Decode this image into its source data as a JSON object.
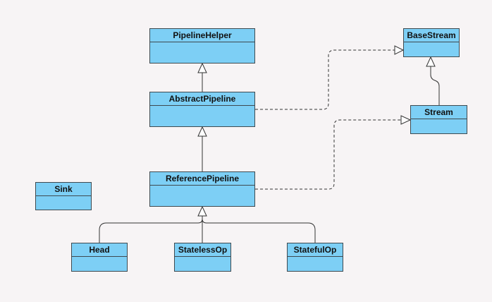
{
  "diagram": {
    "colors": {
      "background": "#f7f4f5",
      "class_fill": "#7dcff5",
      "class_border": "#3f4a50",
      "edge": "#333333"
    },
    "classes": {
      "pipeline_helper": "PipelineHelper",
      "abstract_pipeline": "AbstractPipeline",
      "reference_pipeline": "ReferencePipeline",
      "base_stream": "BaseStream",
      "stream": "Stream",
      "sink": "Sink",
      "head": "Head",
      "stateless_op": "StatelessOp",
      "stateful_op": "StatefulOp"
    },
    "relations": [
      {
        "from": "AbstractPipeline",
        "to": "PipelineHelper",
        "type": "generalization"
      },
      {
        "from": "ReferencePipeline",
        "to": "AbstractPipeline",
        "type": "generalization"
      },
      {
        "from": "Head",
        "to": "ReferencePipeline",
        "type": "generalization"
      },
      {
        "from": "StatelessOp",
        "to": "ReferencePipeline",
        "type": "generalization"
      },
      {
        "from": "StatefulOp",
        "to": "ReferencePipeline",
        "type": "generalization"
      },
      {
        "from": "Stream",
        "to": "BaseStream",
        "type": "generalization"
      },
      {
        "from": "AbstractPipeline",
        "to": "BaseStream",
        "type": "realization"
      },
      {
        "from": "ReferencePipeline",
        "to": "Stream",
        "type": "realization"
      }
    ]
  }
}
